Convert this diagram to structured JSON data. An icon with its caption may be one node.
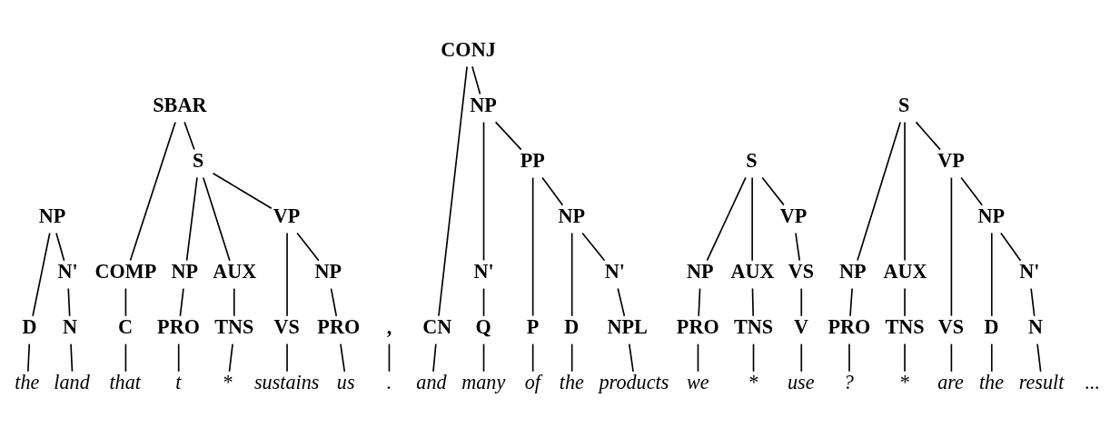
{
  "diagram": {
    "nodes": [
      {
        "text": [
          "CONJ"
        ]
      },
      {
        "text": [
          "SBAR"
        ]
      },
      {
        "text": [
          "NP"
        ]
      },
      {
        "text": [
          "S"
        ]
      },
      {
        "text": [
          "S"
        ]
      },
      {
        "text": [
          "PP"
        ]
      },
      {
        "text": [
          "S"
        ]
      },
      {
        "text": [
          "VP"
        ]
      },
      {
        "text": [
          "NP"
        ]
      },
      {
        "text": [
          "VP"
        ]
      },
      {
        "text": [
          "NP"
        ]
      },
      {
        "text": [
          "VP"
        ]
      },
      {
        "text": [
          "NP"
        ]
      },
      {
        "text": [
          "N'"
        ]
      },
      {
        "text": [
          "COMP"
        ]
      },
      {
        "text": [
          "NP"
        ]
      },
      {
        "text": [
          "AUX"
        ]
      },
      {
        "text": [
          "NP"
        ]
      },
      {
        "text": [
          "N'"
        ]
      },
      {
        "text": [
          "N'"
        ]
      },
      {
        "text": [
          "NP"
        ]
      },
      {
        "text": [
          "AUX"
        ]
      },
      {
        "text": [
          "VS"
        ]
      },
      {
        "text": [
          "NP"
        ]
      },
      {
        "text": [
          "AUX"
        ]
      },
      {
        "text": [
          "N'"
        ]
      },
      {
        "text": [
          "D"
        ]
      },
      {
        "text": [
          "N"
        ]
      },
      {
        "text": [
          "C"
        ]
      },
      {
        "text": [
          "PRO"
        ]
      },
      {
        "text": [
          "TNS"
        ]
      },
      {
        "text": [
          "VS"
        ]
      },
      {
        "text": [
          "PRO"
        ]
      },
      {
        "text": [
          ","
        ]
      },
      {
        "text": [
          "CN"
        ]
      },
      {
        "text": [
          "Q"
        ]
      },
      {
        "text": [
          "P"
        ]
      },
      {
        "text": [
          "D"
        ]
      },
      {
        "text": [
          "NPL"
        ]
      },
      {
        "text": [
          "PRO"
        ]
      },
      {
        "text": [
          "TNS"
        ]
      },
      {
        "text": [
          "V"
        ]
      },
      {
        "text": [
          "PRO"
        ]
      },
      {
        "text": [
          "TNS"
        ]
      },
      {
        "text": [
          "VS"
        ]
      },
      {
        "text": [
          "D"
        ]
      },
      {
        "text": [
          "N"
        ]
      },
      {
        "text": [
          "the"
        ]
      },
      {
        "text": [
          "land"
        ]
      },
      {
        "text": [
          "that"
        ]
      },
      {
        "text": [
          "t"
        ]
      },
      {
        "text": [
          "*"
        ]
      },
      {
        "text": [
          "sustains"
        ]
      },
      {
        "text": [
          "us"
        ]
      },
      {
        "text": [
          "."
        ]
      },
      {
        "text": [
          "and"
        ]
      },
      {
        "text": [
          "many"
        ]
      },
      {
        "text": [
          "of"
        ]
      },
      {
        "text": [
          "the"
        ]
      },
      {
        "text": [
          "products"
        ]
      },
      {
        "text": [
          "we"
        ]
      },
      {
        "text": [
          "*"
        ]
      },
      {
        "text": [
          "use"
        ]
      },
      {
        "text": [
          "?"
        ]
      },
      {
        "text": [
          "*"
        ]
      },
      {
        "text": [
          "are"
        ]
      },
      {
        "text": [
          "the"
        ]
      },
      {
        "text": [
          "result"
        ]
      }
    ],
    "edges": [
      {
        "from": 8,
        "to": 26,
        "arrow": "none"
      },
      {
        "from": 8,
        "to": 13,
        "arrow": "none"
      },
      {
        "from": 13,
        "to": 27,
        "arrow": "none"
      },
      {
        "from": 1,
        "to": 14,
        "arrow": "none"
      },
      {
        "from": 1,
        "to": 4,
        "arrow": "none"
      },
      {
        "from": 14,
        "to": 28,
        "arrow": "none"
      },
      {
        "from": 4,
        "to": 15,
        "arrow": "none"
      },
      {
        "from": 4,
        "to": 16,
        "arrow": "none"
      },
      {
        "from": 4,
        "to": 9,
        "arrow": "none"
      },
      {
        "from": 15,
        "to": 29,
        "arrow": "none"
      },
      {
        "from": 16,
        "to": 30,
        "arrow": "none"
      },
      {
        "from": 9,
        "to": 31,
        "arrow": "none"
      },
      {
        "from": 9,
        "to": 17,
        "arrow": "none"
      },
      {
        "from": 17,
        "to": 32,
        "arrow": "none"
      },
      {
        "from": 0,
        "to": 34,
        "arrow": "none"
      },
      {
        "from": 0,
        "to": 2,
        "arrow": "none"
      },
      {
        "from": 2,
        "to": 18,
        "arrow": "none"
      },
      {
        "from": 2,
        "to": 5,
        "arrow": "none"
      },
      {
        "from": 18,
        "to": 35,
        "arrow": "none"
      },
      {
        "from": 5,
        "to": 36,
        "arrow": "none"
      },
      {
        "from": 5,
        "to": 10,
        "arrow": "none"
      },
      {
        "from": 10,
        "to": 37,
        "arrow": "none"
      },
      {
        "from": 10,
        "to": 19,
        "arrow": "none"
      },
      {
        "from": 19,
        "to": 38,
        "arrow": "none"
      },
      {
        "from": 6,
        "to": 20,
        "arrow": "none"
      },
      {
        "from": 6,
        "to": 21,
        "arrow": "none"
      },
      {
        "from": 6,
        "to": 11,
        "arrow": "none"
      },
      {
        "from": 20,
        "to": 39,
        "arrow": "none"
      },
      {
        "from": 21,
        "to": 40,
        "arrow": "none"
      },
      {
        "from": 11,
        "to": 22,
        "arrow": "none"
      },
      {
        "from": 22,
        "to": 41,
        "arrow": "none"
      },
      {
        "from": 3,
        "to": 23,
        "arrow": "none"
      },
      {
        "from": 3,
        "to": 24,
        "arrow": "none"
      },
      {
        "from": 3,
        "to": 7,
        "arrow": "none"
      },
      {
        "from": 23,
        "to": 42,
        "arrow": "none"
      },
      {
        "from": 24,
        "to": 43,
        "arrow": "none"
      },
      {
        "from": 7,
        "to": 44,
        "arrow": "none"
      },
      {
        "from": 7,
        "to": 12,
        "arrow": "none"
      },
      {
        "from": 12,
        "to": 45,
        "arrow": "none"
      },
      {
        "from": 12,
        "to": 25,
        "arrow": "none"
      },
      {
        "from": 25,
        "to": 46,
        "arrow": "none"
      },
      {
        "from": 26,
        "to": 47,
        "arrow": "none"
      },
      {
        "from": 27,
        "to": 48,
        "arrow": "none"
      },
      {
        "from": 28,
        "to": 49,
        "arrow": "none"
      },
      {
        "from": 29,
        "to": 50,
        "arrow": "none"
      },
      {
        "from": 30,
        "to": 51,
        "arrow": "none"
      },
      {
        "from": 31,
        "to": 52,
        "arrow": "none"
      },
      {
        "from": 32,
        "to": 53,
        "arrow": "none"
      },
      {
        "from": 33,
        "to": 54,
        "arrow": "none"
      },
      {
        "from": 34,
        "to": 55,
        "arrow": "none"
      },
      {
        "from": 35,
        "to": 56,
        "arrow": "none"
      },
      {
        "from": 36,
        "to": 57,
        "arrow": "none"
      },
      {
        "from": 37,
        "to": 58,
        "arrow": "none"
      },
      {
        "from": 38,
        "to": 59,
        "arrow": "none"
      },
      {
        "from": 39,
        "to": 60,
        "arrow": "none"
      },
      {
        "from": 40,
        "to": 61,
        "arrow": "none"
      },
      {
        "from": 41,
        "to": 62,
        "arrow": "none"
      },
      {
        "from": 42,
        "to": 63,
        "arrow": "none"
      },
      {
        "from": 43,
        "to": 64,
        "arrow": "none"
      },
      {
        "from": 44,
        "to": 65,
        "arrow": "none"
      },
      {
        "from": 45,
        "to": 66,
        "arrow": "none"
      },
      {
        "from": 46,
        "to": 67,
        "arrow": "none"
      }
    ],
    "labels": [
      "..."
    ]
  }
}
